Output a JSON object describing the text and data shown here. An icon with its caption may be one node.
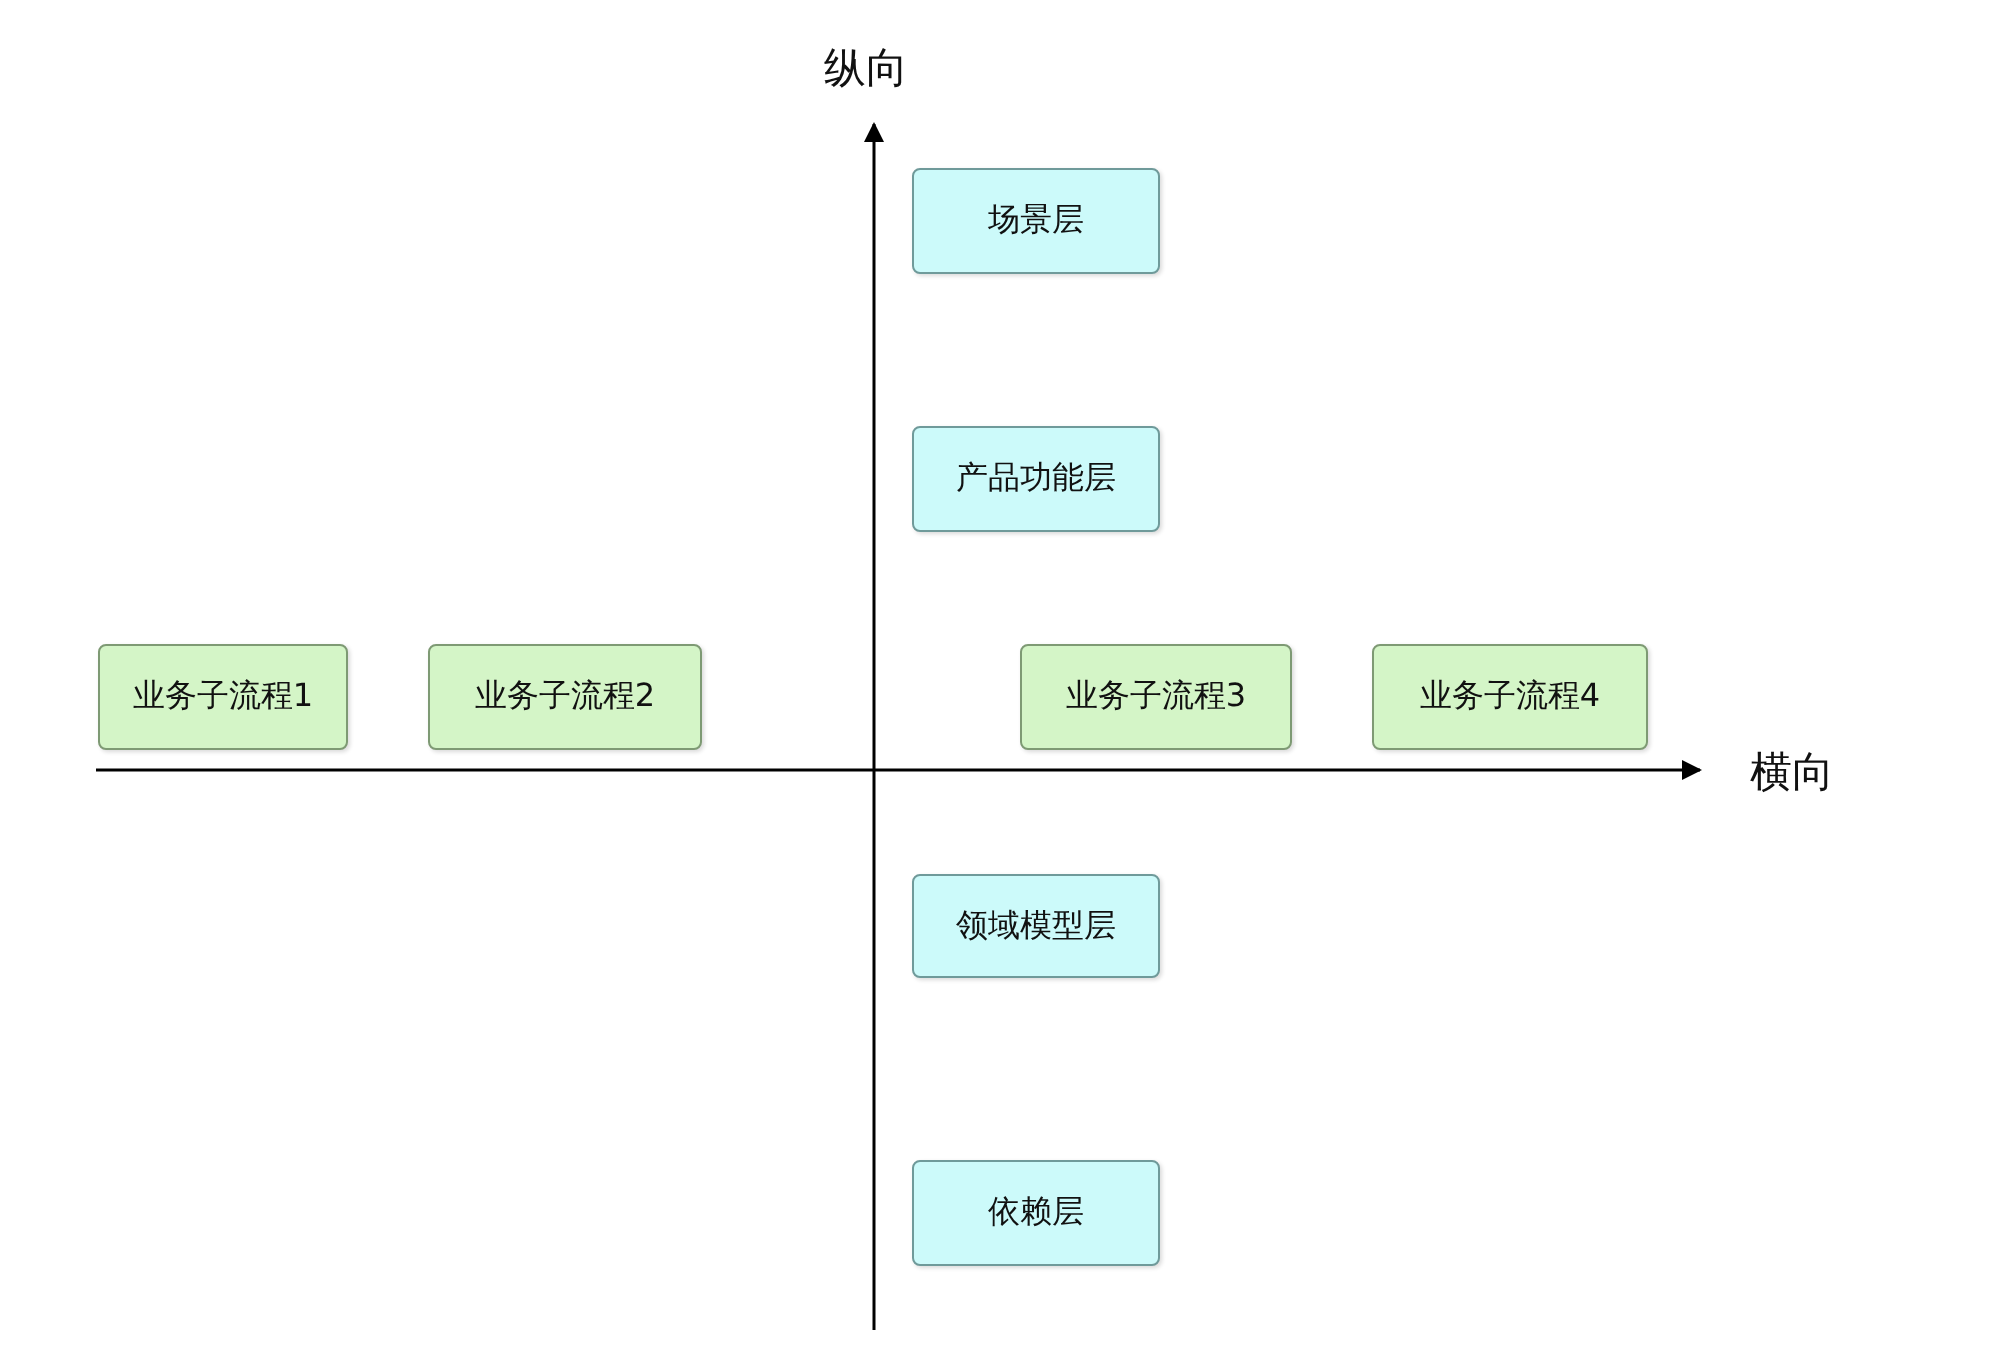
{
  "diagram": {
    "nodes": [
      {
        "text": [
          "场景层"
        ]
      },
      {
        "text": [
          "产品功能层"
        ]
      },
      {
        "text": [
          "业务子流程1"
        ]
      },
      {
        "text": [
          "业务子流程2"
        ]
      },
      {
        "text": [
          "业务子流程3"
        ]
      },
      {
        "text": [
          "业务子流程4"
        ]
      },
      {
        "text": [
          "领域模型层"
        ]
      },
      {
        "text": [
          "依赖层"
        ]
      }
    ],
    "labels": [
      "纵向",
      "横向"
    ]
  }
}
